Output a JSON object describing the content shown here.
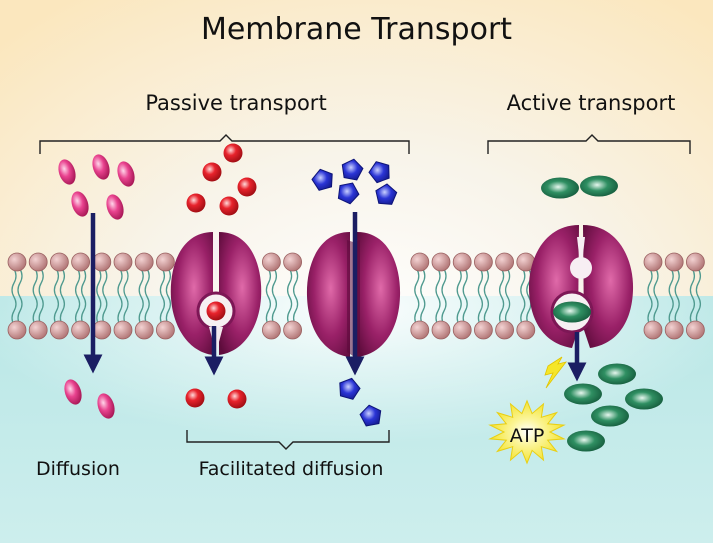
{
  "title": "Membrane Transport",
  "labels": {
    "passive": "Passive transport",
    "active": "Active transport",
    "diffusion": "Diffusion",
    "facilitated": "Facilitated diffusion",
    "atp": "ATP"
  },
  "colors": {
    "outside_bg": "#fbe7be",
    "inside_bg": "#c7ecea",
    "lipid_head": "#c98f8f",
    "lipid_tail": "#4f9a8f",
    "protein": "#8e1f64",
    "arrow": "#1b1e63",
    "molecule_pink": "#e23c86",
    "molecule_red": "#e01f28",
    "molecule_blue": "#2a2ac8",
    "molecule_green": "#1b7a50",
    "atp_burst": "#f7ef34"
  },
  "icons": [
    "oval-molecule-icon",
    "sphere-molecule-icon",
    "pentagon-molecule-icon",
    "channel-protein-icon",
    "carrier-protein-icon",
    "energy-bolt-icon"
  ]
}
